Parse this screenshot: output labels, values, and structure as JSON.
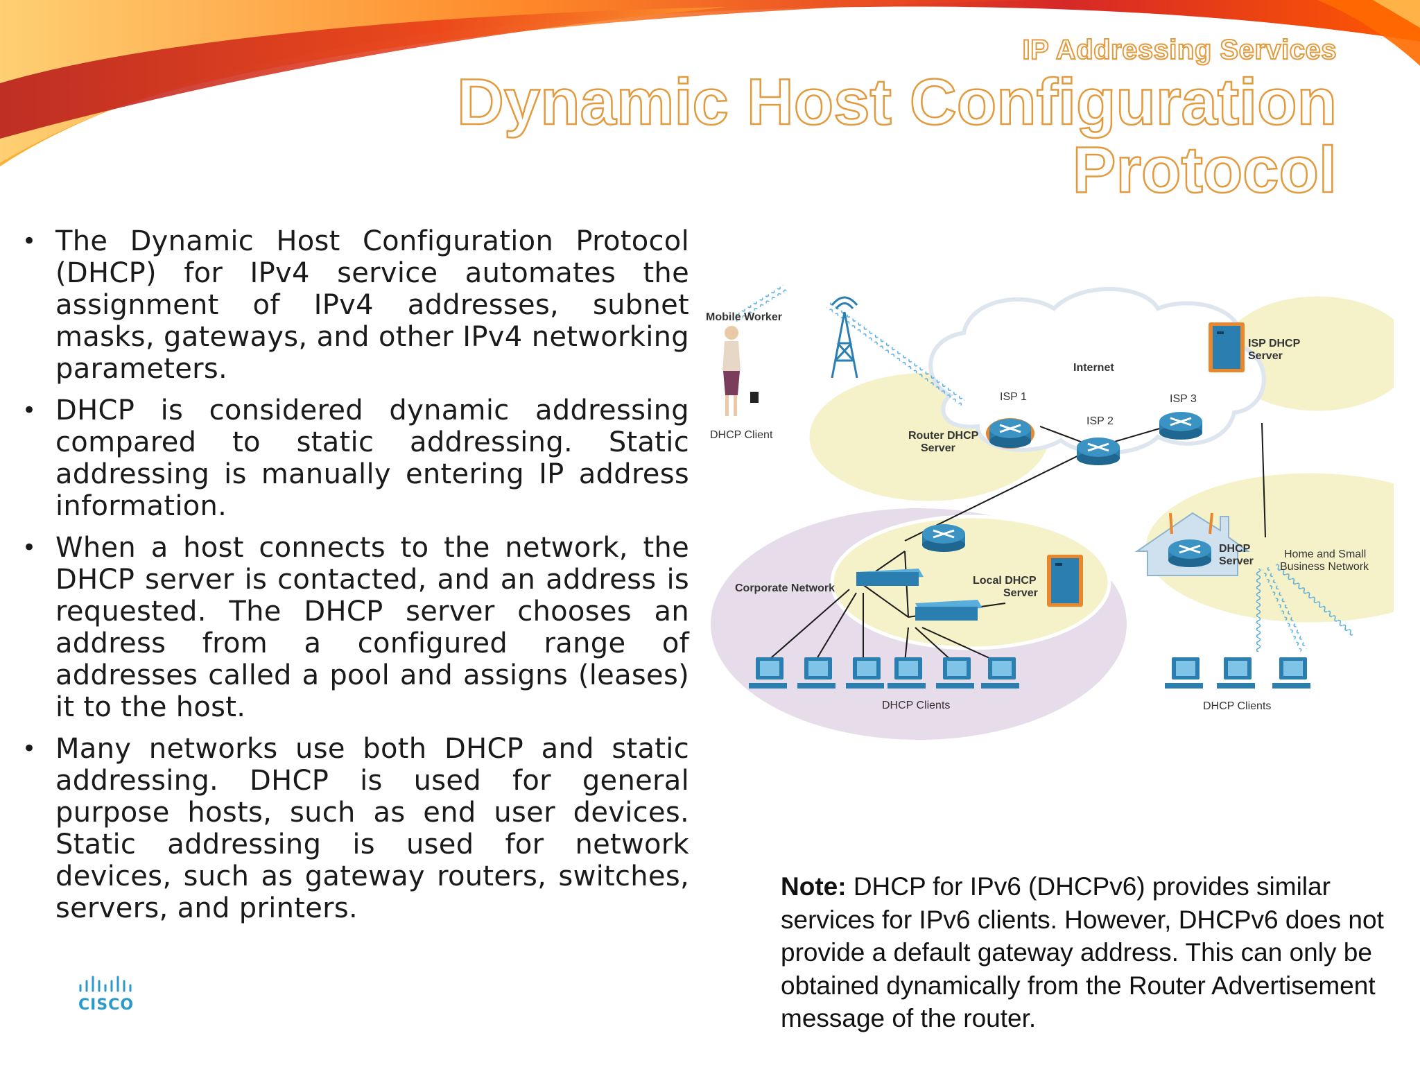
{
  "header": {
    "subtitle": "IP Addressing Services",
    "title_line1": "Dynamic Host Configuration",
    "title_line2": "Protocol"
  },
  "bullets": [
    "The Dynamic Host Configuration Protocol (DHCP) for IPv4 service automates the assignment of IPv4 addresses, subnet masks, gateways, and other IPv4 networking parameters.",
    "DHCP is considered dynamic addressing compared to static addressing. Static addressing is manually entering IP address information.",
    "When a host connects to the network, the DHCP server is contacted, and an address is requested. The DHCP server chooses an address from a configured range of addresses called a pool and assigns (leases) it to the host.",
    "Many networks use both DHCP and static addressing. DHCP is used for general purpose hosts, such as end user devices. Static addressing is used for network devices, such as gateway routers, switches, servers, and printers."
  ],
  "note": {
    "label": "Note:",
    "text": " DHCP for IPv6 (DHCPv6) provides similar services for IPv6 clients. However, DHCPv6 does not provide a default gateway address. This can only be obtained dynamically from the Router Advertisement message of the router."
  },
  "logo": {
    "text": "CISCO"
  },
  "diagram": {
    "mobile_worker": "Mobile Worker",
    "dhcp_client": "DHCP Client",
    "internet": "Internet",
    "isp1": "ISP 1",
    "isp2": "ISP 2",
    "isp3": "ISP 3",
    "isp_dhcp_server_1": "ISP DHCP",
    "isp_dhcp_server_2": "Server",
    "router_dhcp_server_1": "Router DHCP",
    "router_dhcp_server_2": "Server",
    "corporate_network": "Corporate Network",
    "local_dhcp_server_1": "Local DHCP",
    "local_dhcp_server_2": "Server",
    "home_dhcp_server_1": "DHCP",
    "home_dhcp_server_2": "Server",
    "home_small_business_1": "Home and Small",
    "home_small_business_2": "Business Network",
    "dhcp_clients_corp": "DHCP Clients",
    "dhcp_clients_home": "DHCP Clients"
  },
  "colors": {
    "title_outline": "#e39a3d",
    "device_blue": "#2a7fb0",
    "server_orange": "#e8872b",
    "cloud_fill": "#ffffff",
    "yellow_zone": "#f5f1c8",
    "purple_zone": "#e6dcea",
    "cisco_blue": "#2a9bc7"
  }
}
